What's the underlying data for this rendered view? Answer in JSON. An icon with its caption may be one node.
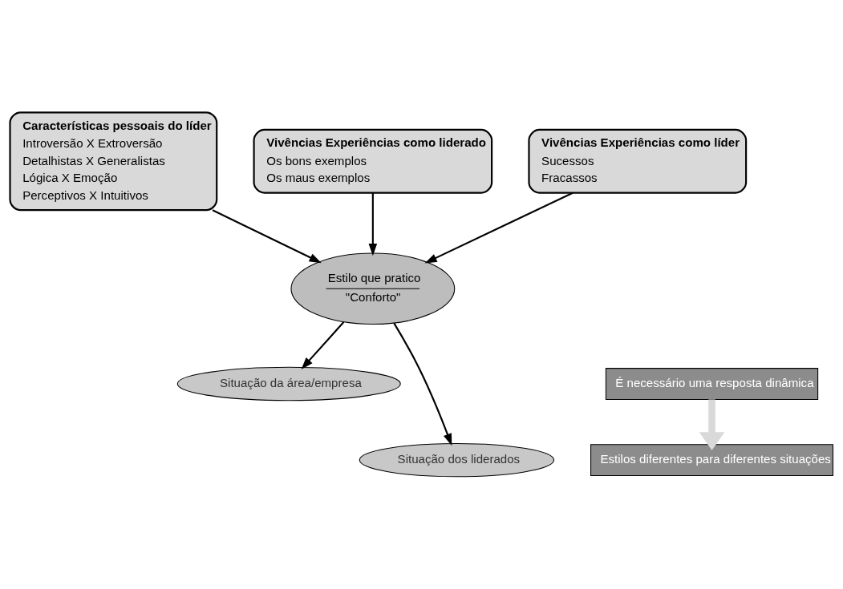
{
  "diagram": {
    "nodes": [
      {
        "text": [
          "Características pessoais do líder",
          "Introversão X Extroversão",
          "Detalhistas X Generalistas",
          "Lógica X Emoção",
          "Perceptivos X Intuitivos"
        ]
      },
      {
        "text": [
          "Vivências Experiências como liderado",
          "Os bons exemplos",
          "Os maus exemplos"
        ]
      },
      {
        "text": [
          "Vivências Experiências como líder",
          "Sucessos",
          "Fracassos"
        ]
      },
      {
        "text": [
          "Estilo que pratico",
          "\"Conforto\""
        ]
      },
      {
        "text": [
          "Situação da área/empresa"
        ]
      },
      {
        "text": [
          "Situação dos liderados"
        ]
      },
      {
        "text": [
          "É necessário uma resposta dinâmica"
        ]
      },
      {
        "text": [
          "Estilos diferentes para diferentes situações"
        ]
      }
    ],
    "edges": [
      {
        "from": 0,
        "to": 3,
        "arrow": "to"
      },
      {
        "from": 1,
        "to": 3,
        "arrow": "to"
      },
      {
        "from": 2,
        "to": 3,
        "arrow": "to"
      },
      {
        "from": 3,
        "to": 4,
        "arrow": "to"
      },
      {
        "from": 3,
        "to": 5,
        "arrow": "to"
      },
      {
        "from": 6,
        "to": 7,
        "arrow": "to",
        "style": "thick",
        "color": "#d9d9d9"
      }
    ]
  }
}
